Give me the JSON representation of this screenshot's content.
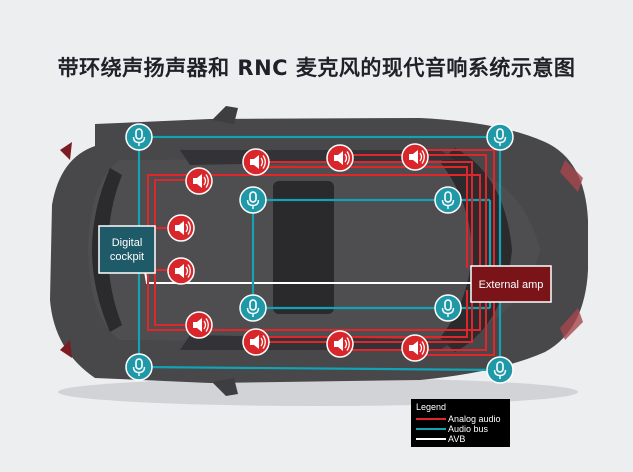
{
  "title": "带环绕声扬声器和 RNC 麦克风的现代音响系统示意图",
  "boxes": {
    "cockpit_line1": "Digital",
    "cockpit_line2": "cockpit",
    "amp": "External amp"
  },
  "legend": {
    "title": "Legend",
    "analog": "Analog audio",
    "bus": "Audio bus",
    "avb": "AVB"
  },
  "colors": {
    "analog": "#e0262a",
    "bus": "#12a3b4",
    "avb": "#ffffff",
    "speaker": "#d9262b",
    "mic": "#1f99a8",
    "cockpit": "#1f5a68",
    "amp": "#7a1418",
    "car_body": "#48474a"
  },
  "icons": {
    "speaker": "speaker-icon",
    "microphone": "microphone-icon"
  }
}
